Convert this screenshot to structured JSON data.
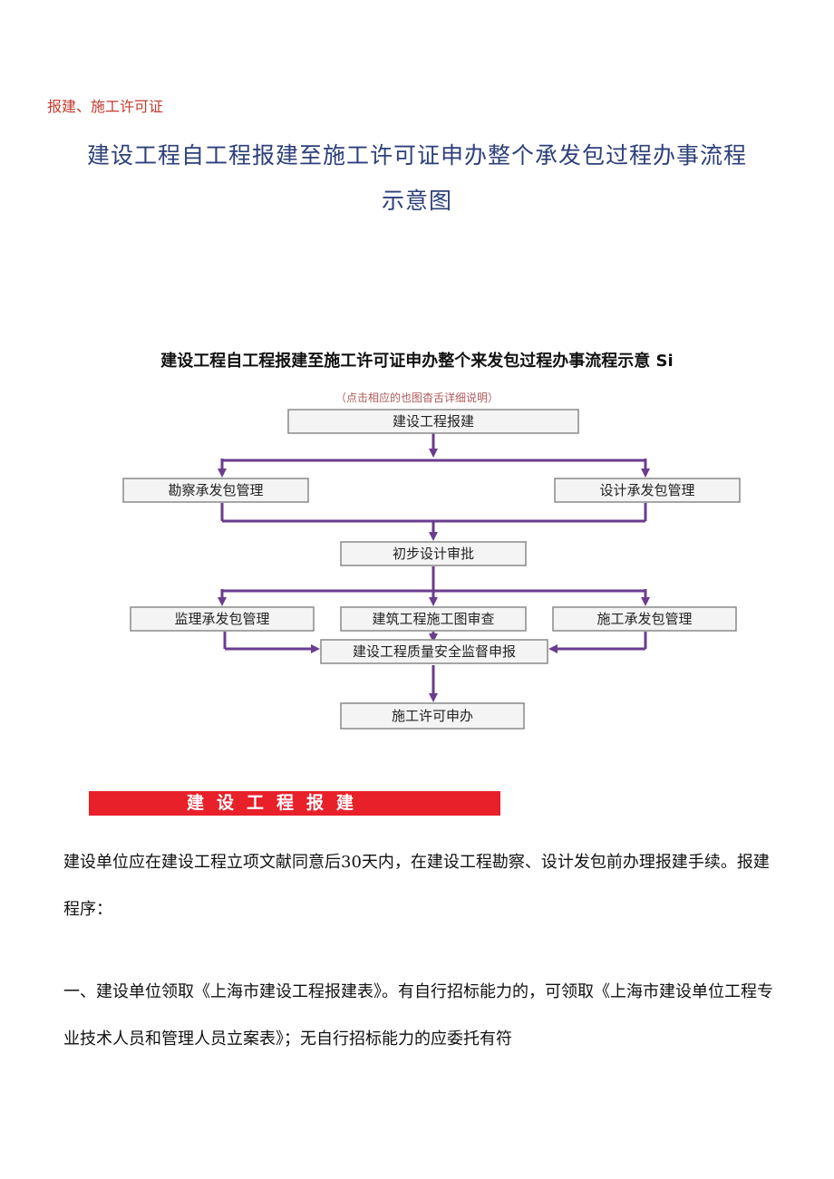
{
  "breadcrumb": "报建、施工许可证",
  "title": {
    "line1": "建设工程自工程报建至施工许可证申办整个承发包过程办事流程",
    "line2": "示意图"
  },
  "diagram": {
    "title": "建设工程自工程报建至施工许可证申办整个来发包过程办事流程示意 Si",
    "hint": "（点击相应的也图杳舌详细说明）",
    "nodes": {
      "report": "建设工程报建",
      "survey": "勘察承发包管理",
      "design": "设计承发包管理",
      "preliminary": "初步设计审批",
      "supervision": "监理承发包管理",
      "drawing_review": "建筑工程施工图审查",
      "construction": "施工承发包管理",
      "quality_safety": "建设工程质量安全监督申报",
      "permit": "施工许可申办"
    },
    "colors": {
      "arrow": "#6a3d8f",
      "box_border": "#8a8a8a",
      "box_fill": "#f4f4f4"
    }
  },
  "section": {
    "banner": "建设工程报建",
    "color": "#e8202a"
  },
  "paragraphs": [
    "建设单位应在建设工程立项文献同意后30天内，在建设工程勘察、设计发包前办理报建手续。报建程序：",
    "一、建设单位领取《上海市建设工程报建表》。有自行招标能力的，可领取《上海市建设单位工程专业技术人员和管理人员立案表》；无自行招标能力的应委托有符"
  ]
}
